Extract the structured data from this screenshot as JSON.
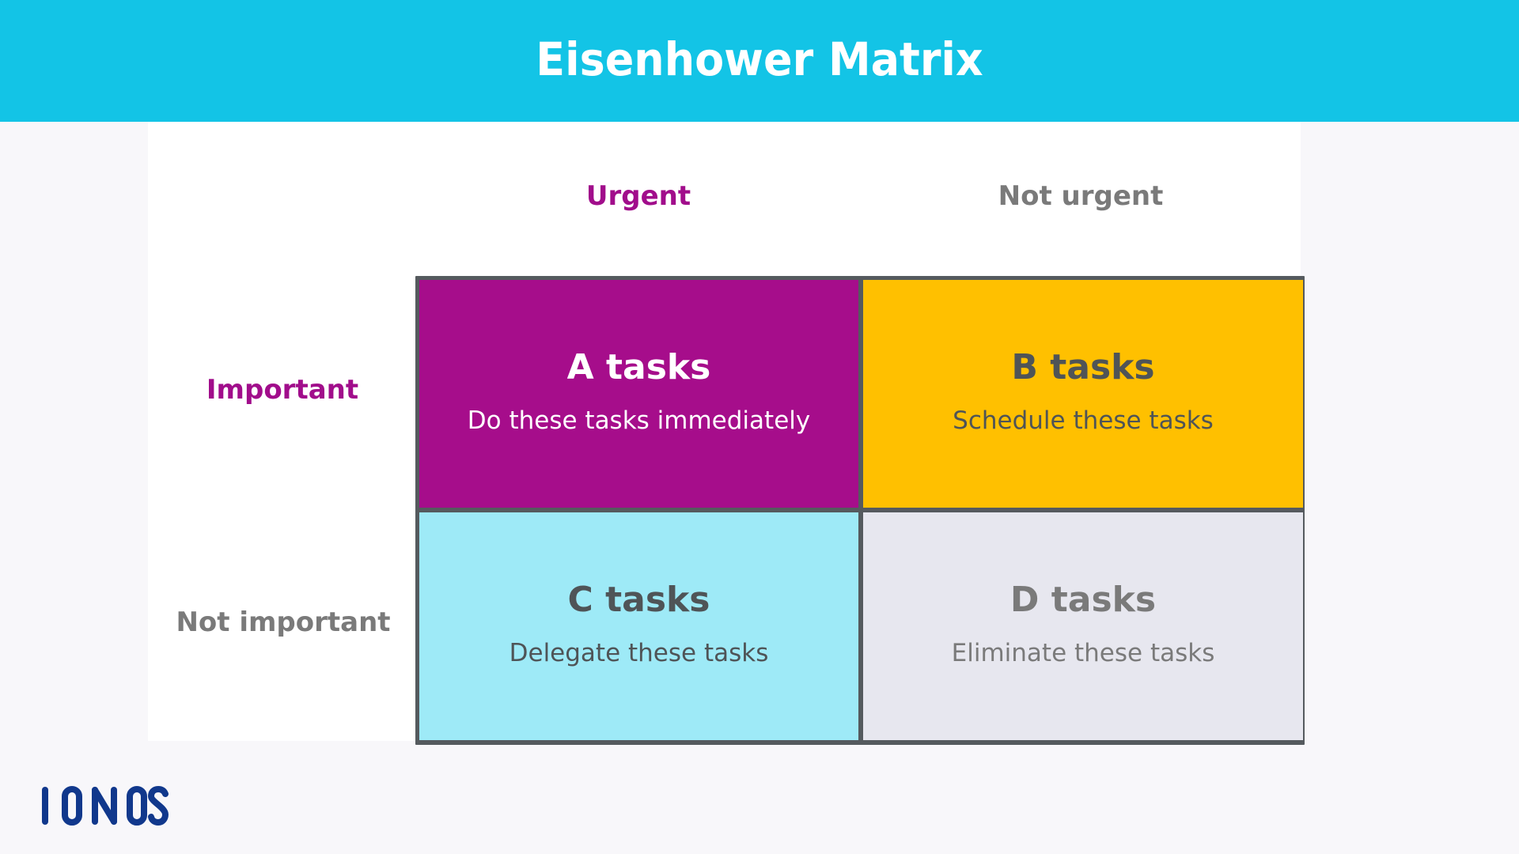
{
  "header": {
    "title": "Eisenhower Matrix",
    "background_color": "#13c4e6"
  },
  "axes": {
    "columns": [
      {
        "label": "Urgent",
        "color": "#a10d8b"
      },
      {
        "label": "Not urgent",
        "color": "#7a7a7a"
      }
    ],
    "rows": [
      {
        "label": "Important",
        "color": "#a10d8b"
      },
      {
        "label": "Not important",
        "color": "#7a7a7a"
      }
    ]
  },
  "quadrants": [
    {
      "id": "A",
      "title": "A tasks",
      "subtitle": "Do these tasks immediately",
      "color": "#a60d8b",
      "row": "Important",
      "column": "Urgent"
    },
    {
      "id": "B",
      "title": "B tasks",
      "subtitle": "Schedule these tasks",
      "color": "#ffc000",
      "row": "Important",
      "column": "Not urgent"
    },
    {
      "id": "C",
      "title": "C tasks",
      "subtitle": "Delegate these tasks",
      "color": "#9eeaf7",
      "row": "Not important",
      "column": "Urgent"
    },
    {
      "id": "D",
      "title": "D tasks",
      "subtitle": "Eliminate these tasks",
      "color": "#e7e7ef",
      "row": "Not important",
      "column": "Not urgent"
    }
  ],
  "logo": {
    "text": "IONOS",
    "color": "#11388c"
  }
}
